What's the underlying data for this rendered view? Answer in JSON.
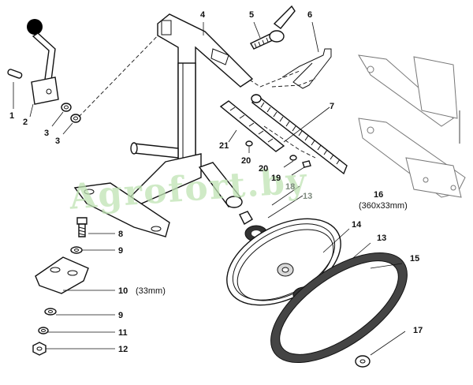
{
  "watermark": "Agrofort.by",
  "labels": {
    "p1": "1",
    "p2": "2",
    "p3a": "3",
    "p3b": "3",
    "p4": "4",
    "p5": "5",
    "p6": "6",
    "p7": "7",
    "p8": "8",
    "p9a": "9",
    "p9b": "9",
    "p10": "10",
    "p10_size": "(33mm)",
    "p11": "11",
    "p12": "12",
    "p13a": "13",
    "p13b": "13",
    "p14": "14",
    "p15": "15",
    "p16": "16",
    "p16_size": "(360x33mm)",
    "p17": "17",
    "p18": "18",
    "p19": "19",
    "p20a": "20",
    "p20b": "20",
    "p21": "21"
  }
}
